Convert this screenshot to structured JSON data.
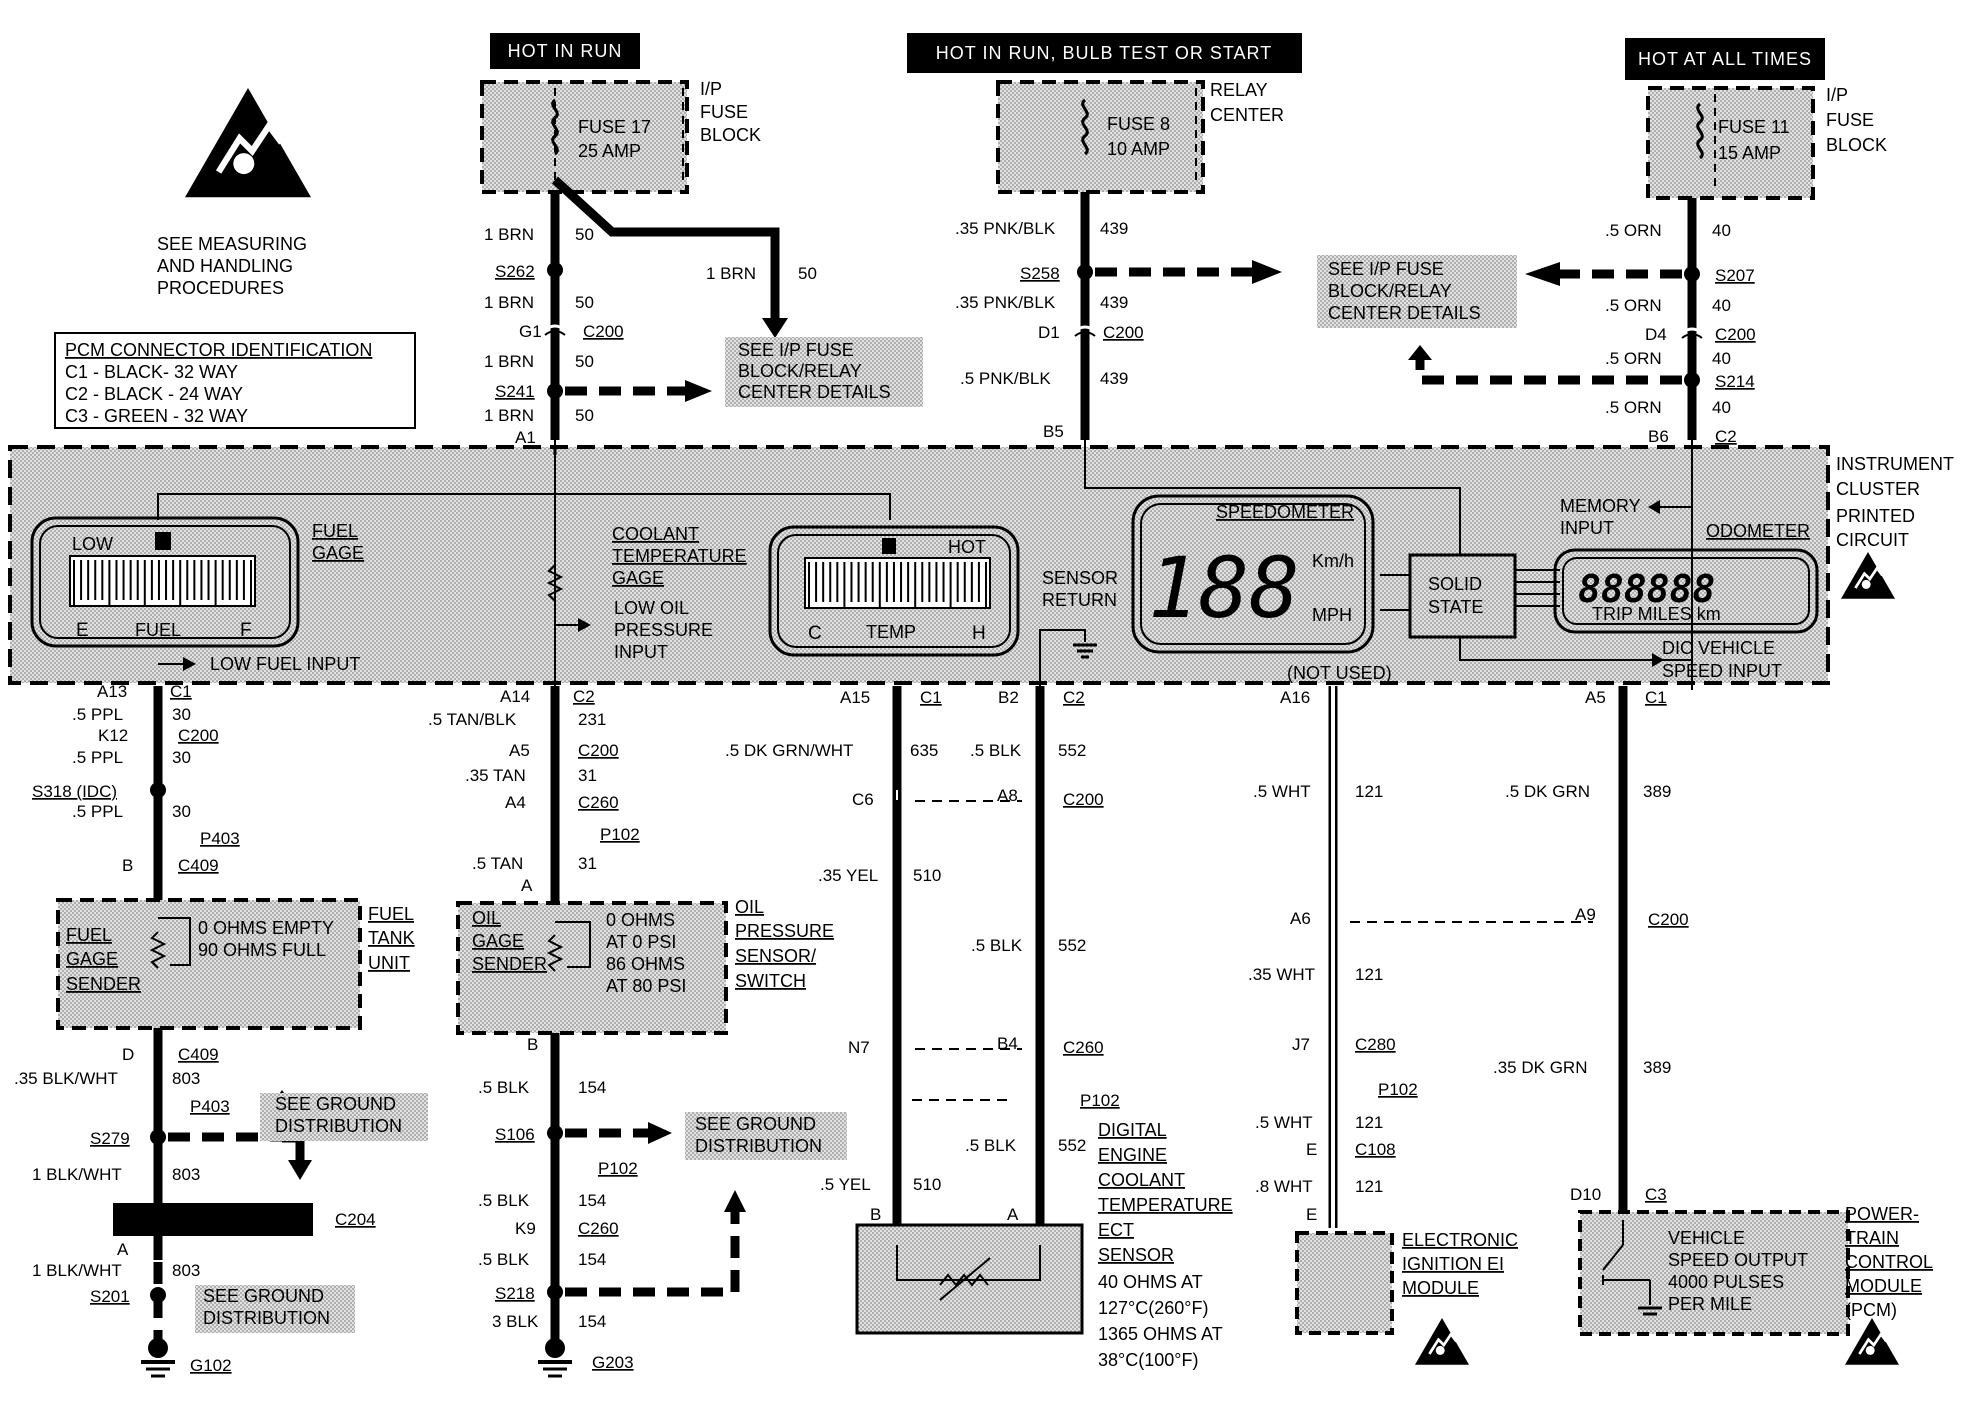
{
  "power_headers": {
    "hot_in_run": "HOT IN RUN",
    "hot_run_bulb_start": "HOT IN RUN, BULB TEST OR START",
    "hot_all_times": "HOT AT ALL TIMES"
  },
  "fuses": {
    "fuse17": {
      "name": "FUSE 17",
      "rating": "25 AMP",
      "block": [
        "I/P",
        "FUSE",
        "BLOCK"
      ]
    },
    "fuse8": {
      "name": "FUSE 8",
      "rating": "10 AMP",
      "block": [
        "RELAY",
        "CENTER"
      ]
    },
    "fuse11": {
      "name": "FUSE 11",
      "rating": "15 AMP",
      "block": [
        "I/P",
        "FUSE",
        "BLOCK"
      ]
    }
  },
  "esd_note": [
    "SEE MEASURING",
    "AND HANDLING",
    "PROCEDURES"
  ],
  "pcm_connectors": {
    "title": "PCM CONNECTOR IDENTIFICATION",
    "rows": [
      "C1 - BLACK- 32 WAY",
      "C2 - BLACK - 24 WAY",
      "C3 - GREEN - 32 WAY"
    ]
  },
  "see_fuse_details": [
    "SEE I/P FUSE",
    "BLOCK/RELAY",
    "CENTER DETAILS"
  ],
  "see_ground": [
    "SEE GROUND",
    "DISTRIBUTION"
  ],
  "circuit50": {
    "w1": {
      "gauge": "1 BRN",
      "num": "50"
    },
    "branch": {
      "gauge": "1 BRN",
      "num": "50"
    },
    "splice1": "S262",
    "w2": {
      "gauge": "1 BRN",
      "num": "50"
    },
    "conn": {
      "pin": "G1",
      "name": "C200"
    },
    "w3": {
      "gauge": "1 BRN",
      "num": "50"
    },
    "splice2": "S241",
    "w4": {
      "gauge": "1 BRN",
      "num": "50"
    },
    "pin": "A1"
  },
  "circuit439": {
    "w1": {
      "gauge": ".35 PNK/BLK",
      "num": "439"
    },
    "splice": "S258",
    "w2": {
      "gauge": ".35 PNK/BLK",
      "num": "439"
    },
    "conn": {
      "pin": "D1",
      "name": "C200"
    },
    "w3": {
      "gauge": ".5 PNK/BLK",
      "num": "439"
    },
    "pin": "B5"
  },
  "circuit40": {
    "w1": {
      "gauge": ".5 ORN",
      "num": "40"
    },
    "splice1": "S207",
    "w2": {
      "gauge": ".5 ORN",
      "num": "40"
    },
    "conn": {
      "pin": "D4",
      "name": "C200"
    },
    "w3": {
      "gauge": ".5 ORN",
      "num": "40"
    },
    "splice2": "S214",
    "w4": {
      "gauge": ".5 ORN",
      "num": "40"
    },
    "pin": "B6",
    "conn_c2": "C2"
  },
  "cluster": {
    "label": [
      "INSTRUMENT",
      "CLUSTER",
      "PRINTED",
      "CIRCUIT"
    ],
    "fuel_gage": {
      "label": [
        "FUEL",
        "GAGE"
      ],
      "low": "LOW",
      "e": "E",
      "fuel": "FUEL",
      "f": "F",
      "input": "LOW FUEL INPUT"
    },
    "coolant_gage": {
      "label": [
        "COOLANT",
        "TEMPERATURE",
        "GAGE"
      ],
      "hot": "HOT",
      "c": "C",
      "temp": "TEMP",
      "h": "H"
    },
    "low_oil": [
      "LOW OIL",
      "PRESSURE",
      "INPUT"
    ],
    "sensor_return": [
      "SENSOR",
      "RETURN"
    ],
    "speedometer": {
      "label": "SPEEDOMETER",
      "digits": "188",
      "kmh": "Km/h",
      "mph": "MPH"
    },
    "solid_state": [
      "SOLID",
      "STATE"
    ],
    "memory_input": [
      "MEMORY",
      "INPUT"
    ],
    "odometer": {
      "label": "ODOMETER",
      "digits": "888888",
      "trip": "TRIP MILES km"
    },
    "dic_input": [
      "DIC VEHICLE",
      "SPEED INPUT"
    ],
    "not_used": "(NOT USED)"
  },
  "circuit30": {
    "pin": {
      "pin": "A13",
      "name": "C1"
    },
    "w1": {
      "gauge": ".5 PPL",
      "num": "30"
    },
    "conn1": {
      "pin": "K12",
      "name": "C200"
    },
    "w2": {
      "gauge": ".5 PPL",
      "num": "30"
    },
    "splice": "S318 (IDC)",
    "w3": {
      "gauge": ".5 PPL",
      "num": "30"
    },
    "p403": "P403",
    "conn2": {
      "pin": "B",
      "name": "C409"
    },
    "sender": {
      "label": [
        "FUEL",
        "GAGE",
        "SENDER"
      ],
      "spec": [
        "0 OHMS EMPTY",
        "90 OHMS FULL"
      ],
      "unit": [
        "FUEL",
        "TANK",
        "UNIT"
      ]
    },
    "conn3": {
      "pin": "D",
      "name": "C409"
    },
    "w4": {
      "gauge": ".35 BLK/WHT",
      "num": "803"
    },
    "p403b": "P403",
    "splice2": "S279",
    "w5": {
      "gauge": "1 BLK/WHT",
      "num": "803"
    },
    "c204": "C204",
    "c204pin": "A",
    "w6": {
      "gauge": "1 BLK/WHT",
      "num": "803"
    },
    "splice3": "S201",
    "ground": "G102"
  },
  "circuit231": {
    "pin": {
      "pin": "A14",
      "name": "C2"
    },
    "w1": {
      "gauge": ".5 TAN/BLK",
      "num": "231"
    },
    "conn1": {
      "pin": "A5",
      "name": "C200"
    },
    "w2": {
      "gauge": ".35 TAN",
      "num": "31"
    },
    "conn2": {
      "pin": "A4",
      "name": "C260"
    },
    "p102": "P102",
    "w3": {
      "gauge": ".5 TAN",
      "num": "31"
    },
    "pinA": "A",
    "sensor": {
      "label": [
        "OIL",
        "GAGE",
        "SENDER"
      ],
      "spec": [
        "0 OHMS",
        "AT 0 PSI",
        "86 OHMS",
        "AT 80 PSI"
      ],
      "name": [
        "OIL",
        "PRESSURE",
        "SENSOR/",
        "SWITCH"
      ]
    },
    "pinB": "B",
    "w4": {
      "gauge": ".5 BLK",
      "num": "154"
    },
    "splice1": "S106",
    "p102b": "P102",
    "w5": {
      "gauge": ".5 BLK",
      "num": "154"
    },
    "conn3": {
      "pin": "K9",
      "name": "C260"
    },
    "w6": {
      "gauge": ".5 BLK",
      "num": "154"
    },
    "splice2": "S218",
    "w7": {
      "gauge": "3 BLK",
      "num": "154"
    },
    "ground": "G203"
  },
  "circuit635": {
    "pin": {
      "pin": "A15",
      "name": "C1"
    },
    "w1": {
      "gauge": ".5 DK GRN/WHT",
      "num": "635"
    },
    "c6": "C6",
    "w2": {
      "gauge": ".35 YEL",
      "num": "510"
    },
    "n7": "N7",
    "w3": {
      "gauge": ".5 YEL",
      "num": "510"
    },
    "pinB": "B"
  },
  "circuit552": {
    "pin": {
      "pin": "B2",
      "name": "C2"
    },
    "w1": {
      "gauge": ".5 BLK",
      "num": "552"
    },
    "conn1": {
      "pin": "A8",
      "name": "C200"
    },
    "w2": {
      "gauge": ".5 BLK",
      "num": "552"
    },
    "conn2": {
      "pin": "B4",
      "name": "C260"
    },
    "p102": "P102",
    "w3": {
      "gauge": ".5 BLK",
      "num": "552"
    },
    "pinA": "A",
    "sensor": {
      "label": [
        "DIGITAL",
        "ENGINE",
        "COOLANT",
        "TEMPERATURE",
        "ECT",
        "SENSOR"
      ],
      "spec": [
        "40 OHMS AT",
        "127°C(260°F)",
        "1365 OHMS AT",
        "38°C(100°F)"
      ]
    }
  },
  "circuit121": {
    "pin": "A16",
    "w1": {
      "gauge": ".5 WHT",
      "num": "121"
    },
    "conn1": {
      "pin": "A6"
    },
    "w2": {
      "gauge": ".35 WHT",
      "num": "121"
    },
    "conn2": {
      "pin": "J7",
      "name": "C280"
    },
    "p102": "P102",
    "w3": {
      "gauge": ".5 WHT",
      "num": "121"
    },
    "conn3": {
      "pin": "E",
      "name": "C108"
    },
    "w4": {
      "gauge": ".8 WHT",
      "num": "121"
    },
    "pinE": "E",
    "module": [
      "ELECTRONIC",
      "IGNITION EI",
      "MODULE"
    ]
  },
  "circuit389": {
    "pin": {
      "pin": "A5",
      "name": "C1"
    },
    "w1": {
      "gauge": ".5 DK GRN",
      "num": "389"
    },
    "conn1": {
      "pin": "A9",
      "name": "C200"
    },
    "w2": {
      "gauge": ".35 DK GRN",
      "num": "389"
    },
    "conn2": {
      "pin": "D10",
      "name": "C3"
    },
    "pcm_inner": [
      "VEHICLE",
      "SPEED OUTPUT",
      "4000 PULSES",
      "PER MILE"
    ],
    "pcm": [
      "POWER-",
      "TRAIN",
      "CONTROL",
      "MODULE",
      "(PCM)"
    ]
  }
}
